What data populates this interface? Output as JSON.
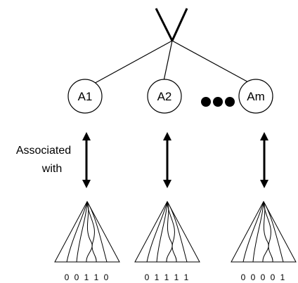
{
  "nodes": [
    {
      "label": "A1"
    },
    {
      "label": "A2"
    },
    {
      "label": "Am"
    }
  ],
  "association": {
    "line1": "Associated",
    "line2": "with"
  },
  "trees": [
    {
      "bits": "0 0 1 1 0"
    },
    {
      "bits": "0 1 1 1 1"
    },
    {
      "bits": "0 0 0 0 1"
    }
  ]
}
